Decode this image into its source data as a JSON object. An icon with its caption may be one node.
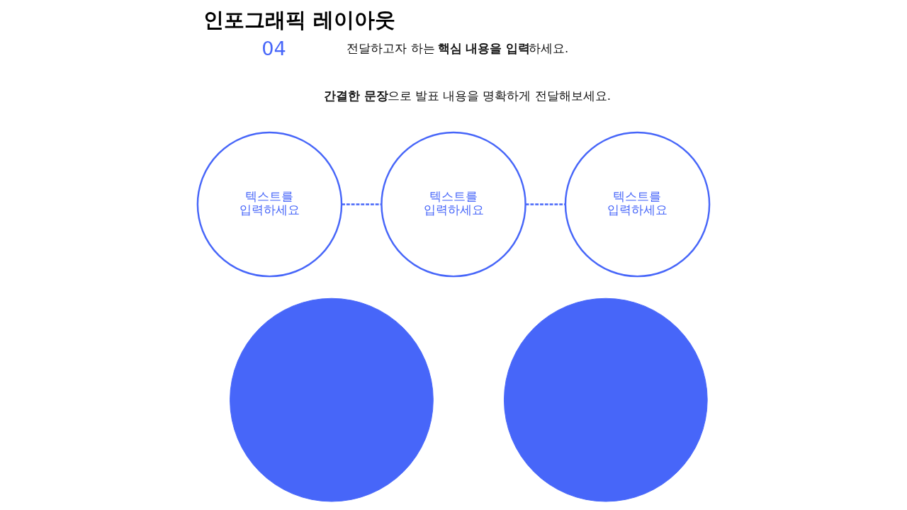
{
  "diagram": {
    "title": "인포그래픽 레이아웃",
    "nodes": [
      {
        "text": [
          "텍스트를 입력하세요"
        ]
      },
      {
        "text": [
          "텍스트를 입력하세요"
        ]
      },
      {
        "text": [
          "텍스트를 입력하세요"
        ]
      },
      {
        "text": [],
        "shape": "circle"
      },
      {
        "text": [],
        "shape": "circle"
      }
    ],
    "edges": [
      {
        "from": 0,
        "to": 1,
        "arrow": "none",
        "style": "dashed"
      },
      {
        "from": 1,
        "to": 2,
        "arrow": "none",
        "style": "dashed"
      }
    ],
    "labels": [
      "04",
      "전달하고자 하는 **핵심 내용을 입력**하세요.",
      "**간결한 문장**으로 발표 내용을 명확하게 전달해보세요."
    ]
  }
}
